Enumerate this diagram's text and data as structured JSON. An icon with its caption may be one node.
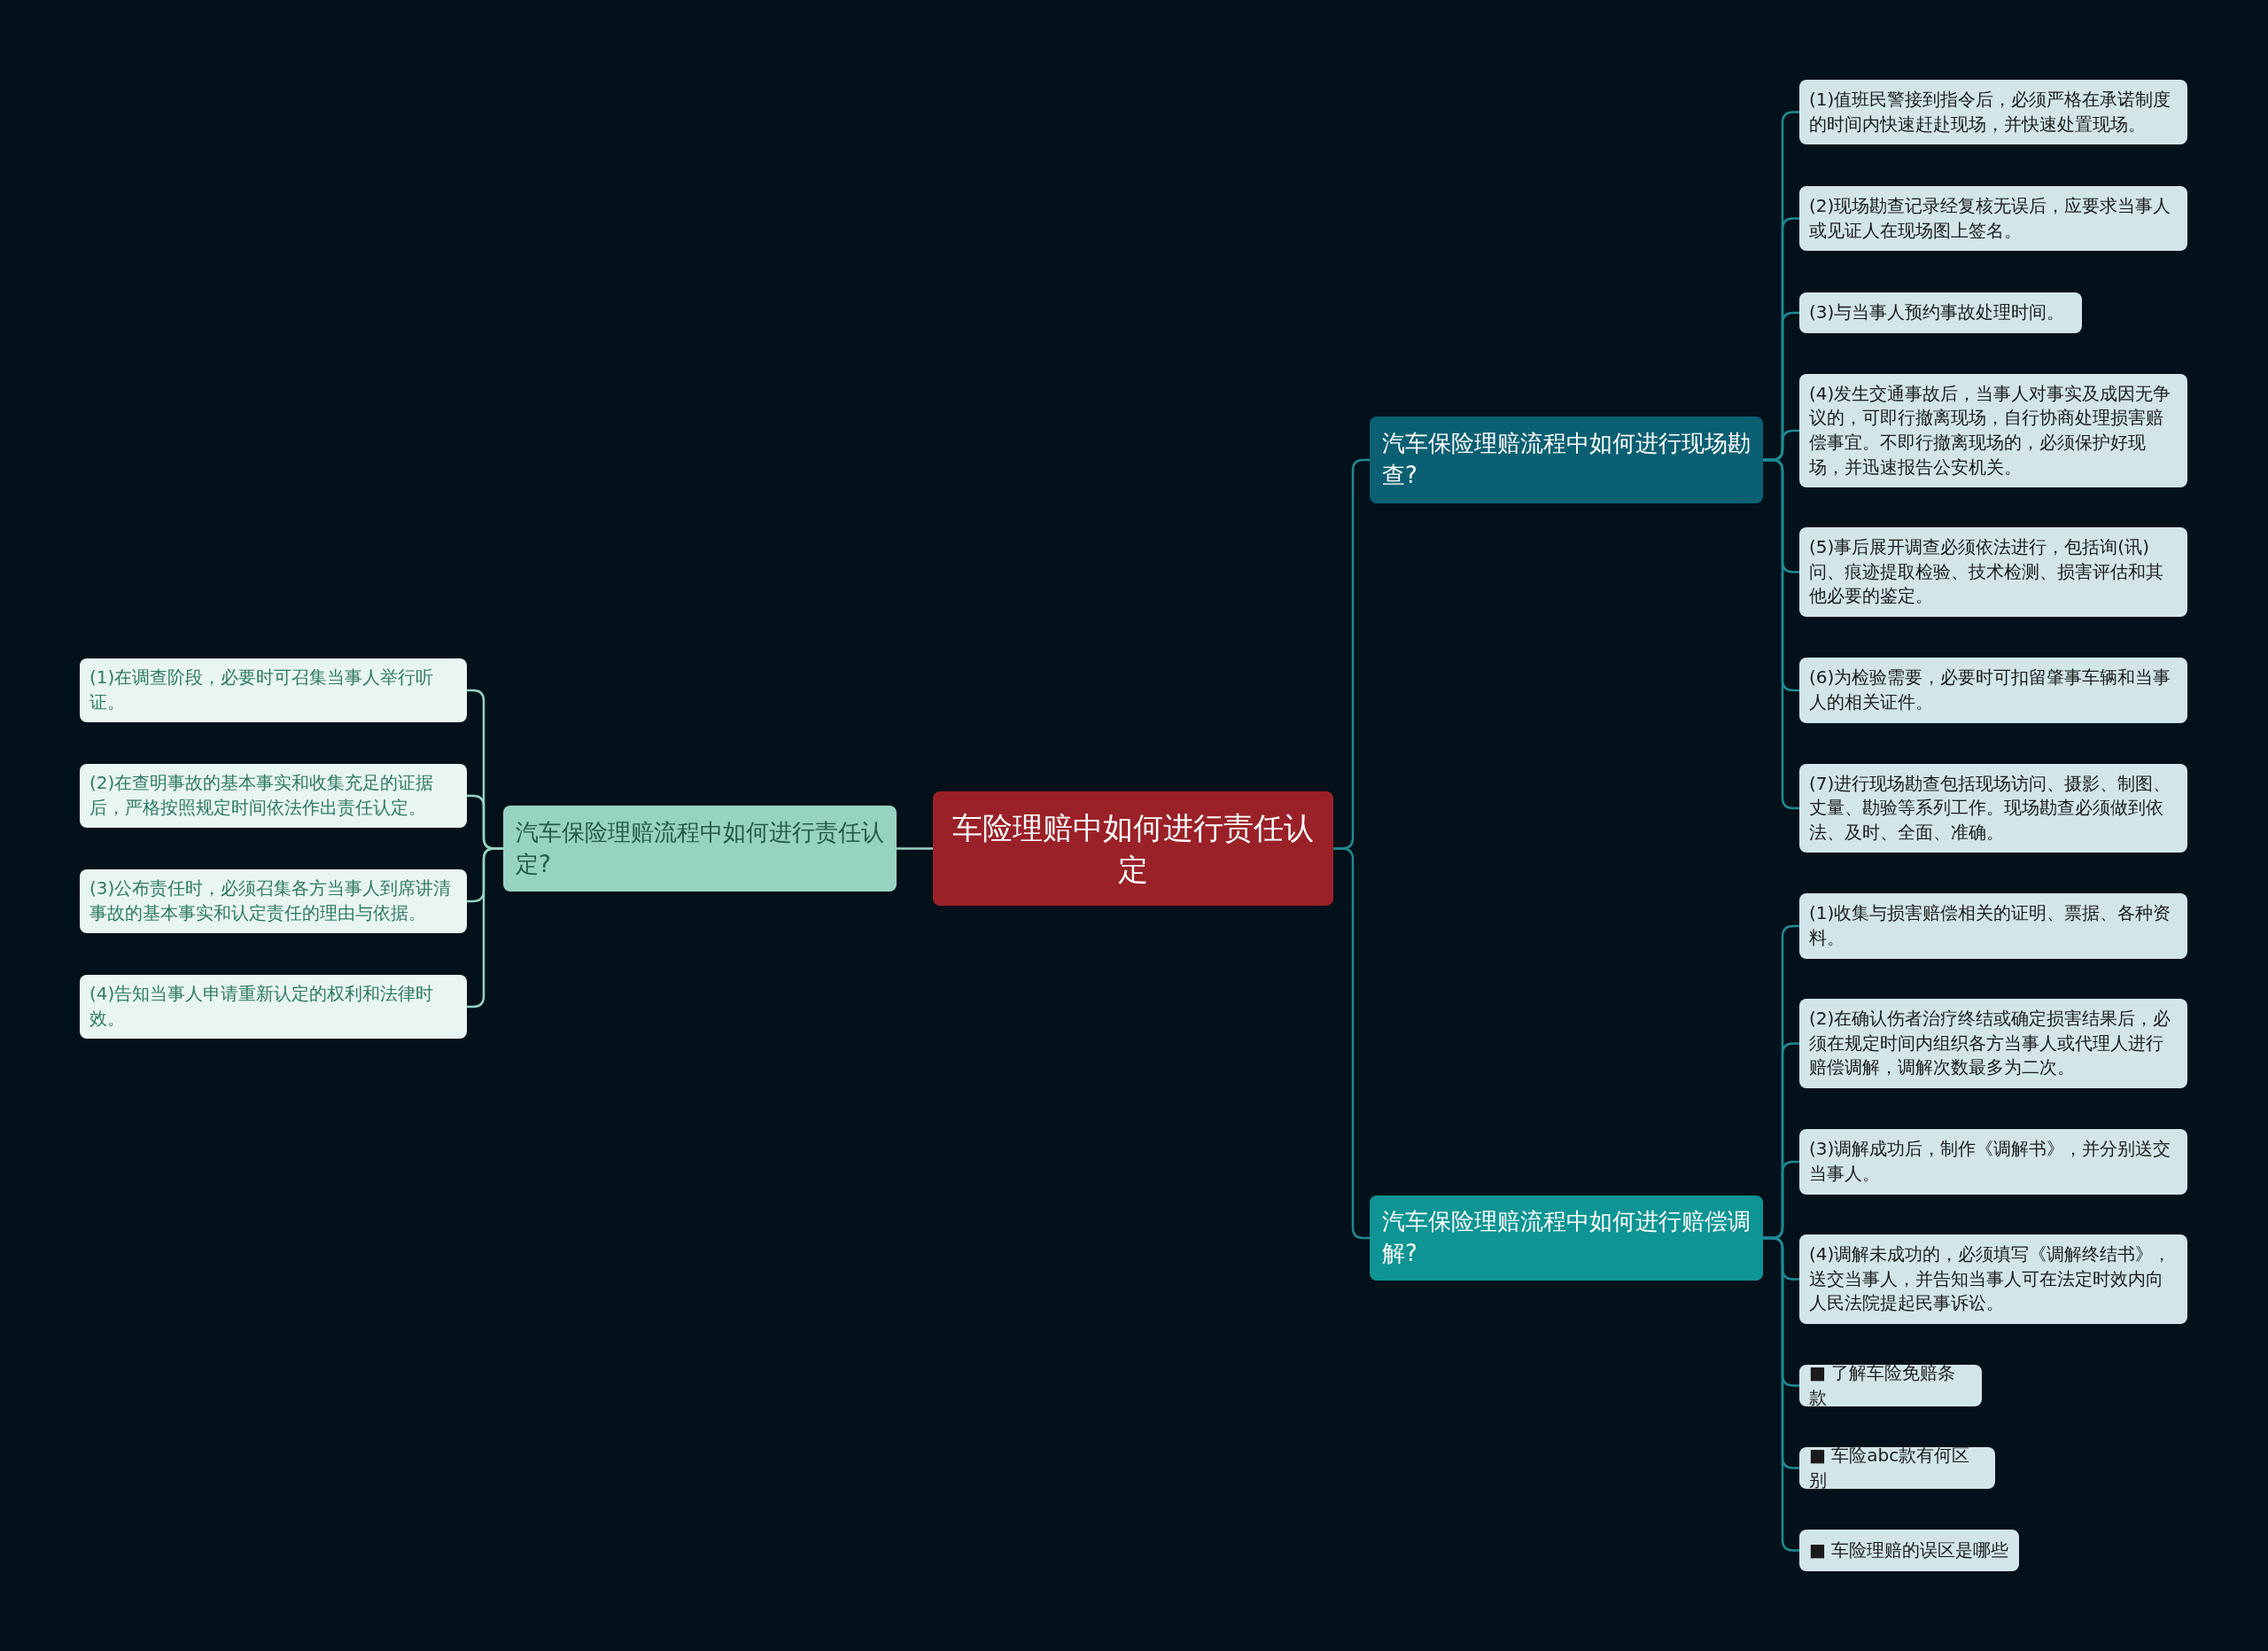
{
  "diagram": {
    "nodes": [
      {
        "text": [
          "车险理赔中如何进行责任认定"
        ]
      },
      {
        "text": [
          "汽车保险理赔流程中如何进行责任认定?"
        ]
      },
      {
        "text": [
          "(1)在调查阶段，必要时可召集当事人举行听证。"
        ]
      },
      {
        "text": [
          "(2)在查明事故的基本事实和收集充足的证据后，严格按照规定时间依法作出责任认定。"
        ]
      },
      {
        "text": [
          "(3)公布责任时，必须召集各方当事人到席讲清事故的基本事实和认定责任的理由与依据。"
        ]
      },
      {
        "text": [
          "(4)告知当事人申请重新认定的权利和法律时效。"
        ]
      },
      {
        "text": [
          "汽车保险理赔流程中如何进行现场勘查?"
        ]
      },
      {
        "text": [
          "(1)值班民警接到指令后，必须严格在承诺制度的时间内快速赶赴现场，并快速处置现场。"
        ]
      },
      {
        "text": [
          "(2)现场勘查记录经复核无误后，应要求当事人或见证人在现场图上签名。"
        ]
      },
      {
        "text": [
          "(3)与当事人预约事故处理时间。"
        ]
      },
      {
        "text": [
          "(4)发生交通事故后，当事人对事实及成因无争议的，可即行撤离现场，自行协商处理损害赔偿事宜。不即行撤离现场的，必须保护好现场，并迅速报告公安机关。"
        ]
      },
      {
        "text": [
          "(5)事后展开调查必须依法进行，包括询(讯)问、痕迹提取检验、技术检测、损害评估和其他必要的鉴定。"
        ]
      },
      {
        "text": [
          "(6)为检验需要，必要时可扣留肇事车辆和当事人的相关证件。"
        ]
      },
      {
        "text": [
          "(7)进行现场勘查包括现场访问、摄影、制图、丈量、勘验等系列工作。现场勘查必须做到依法、及时、全面、准确。"
        ]
      },
      {
        "text": [
          "汽车保险理赔流程中如何进行赔偿调解?"
        ]
      },
      {
        "text": [
          "(1)收集与损害赔偿相关的证明、票据、各种资料。"
        ]
      },
      {
        "text": [
          "(2)在确认伤者治疗终结或确定损害结果后，必须在规定时间内组织各方当事人或代理人进行赔偿调解，调解次数最多为二次。"
        ]
      },
      {
        "text": [
          "(3)调解成功后，制作《调解书》，并分别送交当事人。"
        ]
      },
      {
        "text": [
          "(4)调解未成功的，必须填写《调解终结书》，送交当事人，并告知当事人可在法定时效内向人民法院提起民事诉讼。"
        ]
      },
      {
        "text": [
          "■ 了解车险免赔条款"
        ]
      },
      {
        "text": [
          "■ 车险abc款有何区别"
        ]
      },
      {
        "text": [
          "■ 车险理赔的误区是哪些"
        ]
      }
    ],
    "edges": [
      {
        "from": 0,
        "to": 1,
        "arrow": "none",
        "color": "#96d3c0"
      },
      {
        "from": 1,
        "to": 2,
        "arrow": "none",
        "color": "#96d3c0"
      },
      {
        "from": 1,
        "to": 3,
        "arrow": "none",
        "color": "#96d3c0"
      },
      {
        "from": 1,
        "to": 4,
        "arrow": "none",
        "color": "#96d3c0"
      },
      {
        "from": 1,
        "to": 5,
        "arrow": "none",
        "color": "#96d3c0"
      },
      {
        "from": 0,
        "to": 6,
        "arrow": "none"
      },
      {
        "from": 6,
        "to": 7,
        "arrow": "none"
      },
      {
        "from": 6,
        "to": 8,
        "arrow": "none"
      },
      {
        "from": 6,
        "to": 9,
        "arrow": "none"
      },
      {
        "from": 6,
        "to": 10,
        "arrow": "none"
      },
      {
        "from": 6,
        "to": 11,
        "arrow": "none"
      },
      {
        "from": 6,
        "to": 12,
        "arrow": "none"
      },
      {
        "from": 6,
        "to": 13,
        "arrow": "none"
      },
      {
        "from": 0,
        "to": 14,
        "arrow": "none"
      },
      {
        "from": 14,
        "to": 15,
        "arrow": "none"
      },
      {
        "from": 14,
        "to": 16,
        "arrow": "none"
      },
      {
        "from": 14,
        "to": 17,
        "arrow": "none"
      },
      {
        "from": 14,
        "to": 18,
        "arrow": "none"
      },
      {
        "from": 14,
        "to": 19,
        "arrow": "none"
      },
      {
        "from": 14,
        "to": 20,
        "arrow": "none"
      },
      {
        "from": 14,
        "to": 21,
        "arrow": "none"
      }
    ]
  }
}
